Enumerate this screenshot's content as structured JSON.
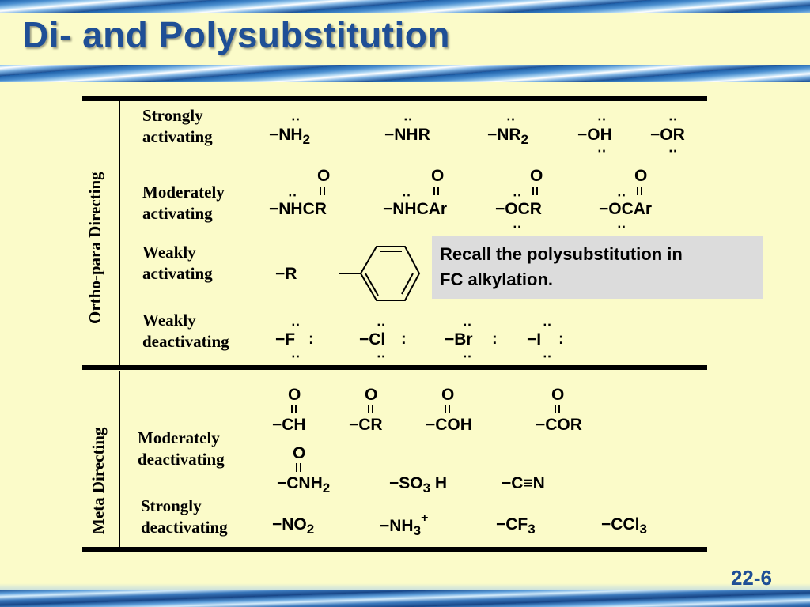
{
  "slide": {
    "title": "Di- and Polysubstitution",
    "number": "22-6"
  },
  "sections": {
    "ortho_para": "Ortho-para Directing",
    "meta": "Meta Directing"
  },
  "categories": {
    "strongly_activating": [
      "Strongly",
      "activating"
    ],
    "moderately_activating": [
      "Moderately",
      "activating"
    ],
    "weakly_activating": [
      "Weakly",
      "activating"
    ],
    "weakly_deactivating": [
      "Weakly",
      "deactivating"
    ],
    "moderately_deactivating": [
      "Moderately",
      "deactivating"
    ],
    "strongly_deactivating": [
      "Strongly",
      "deactivating"
    ]
  },
  "groups": {
    "nh2": {
      "main": "−NH",
      "sub": "2"
    },
    "nhr": {
      "main": "−NHR"
    },
    "nr2": {
      "main": "−NR",
      "sub": "2"
    },
    "oh": {
      "main": "−OH"
    },
    "or": {
      "main": "−OR"
    },
    "nhcr": {
      "main": "−NHCR"
    },
    "nhcar": {
      "main": "−NHCAr"
    },
    "ocr": {
      "main": "−OCR"
    },
    "ocar": {
      "main": "−OCAr"
    },
    "r": {
      "main": "−R"
    },
    "f": {
      "main": "−F"
    },
    "cl": {
      "main": "−Cl"
    },
    "br": {
      "main": "−Br"
    },
    "i": {
      "main": "−I"
    },
    "ch": {
      "main": "−CH"
    },
    "cr": {
      "main": "−CR"
    },
    "coh": {
      "main": "−COH"
    },
    "cor": {
      "main": "−COR"
    },
    "cnh2": {
      "main": "−CNH",
      "sub": "2"
    },
    "so3h": {
      "main": "−SO",
      "sub": "3",
      "tail": " H"
    },
    "cn": {
      "main": "−C≡N"
    },
    "no2": {
      "main": "−NO",
      "sub": "2"
    },
    "nh3": {
      "main": "−NH",
      "sub": "3",
      "sup": "+"
    },
    "cf3": {
      "main": "−CF",
      "sub": "3"
    },
    "ccl3": {
      "main": "−CCl",
      "sub": "3"
    }
  },
  "symbols": {
    "oxygen": "O",
    "lone_pair": "‥",
    "colon": ":"
  },
  "note": {
    "lines": [
      "Recall the polysubstitution in",
      "FC alkylation."
    ]
  },
  "colors": {
    "background": "#fbfbc9",
    "title": "#1f4f96",
    "note_box": "#dcdcdc"
  }
}
